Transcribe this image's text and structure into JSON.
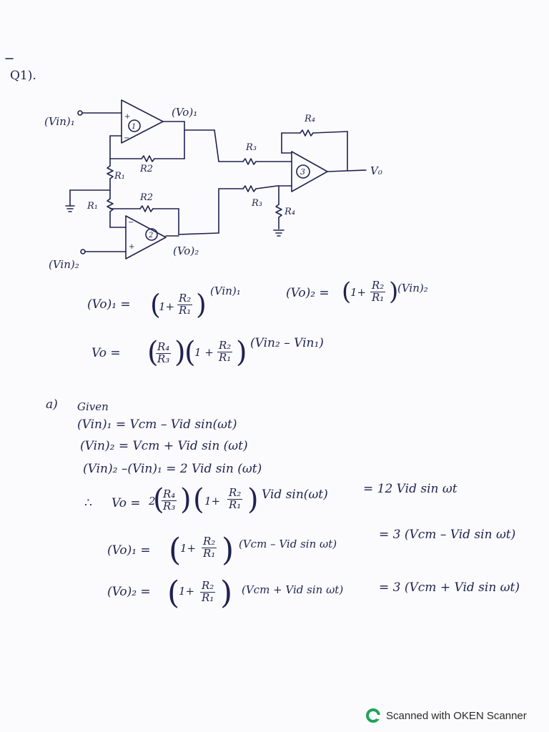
{
  "question_label": "Q1).",
  "circuit": {
    "vin1": "(Vin)₁",
    "vin2": "(Vin)₂",
    "vo1": "(Vo)₁",
    "vo2": "(Vo)₂",
    "vo": "V₀",
    "r1_top": "R₁",
    "r1_bottom": "R₁",
    "r2_top": "R2",
    "r2_bottom": "R2",
    "r3_top": "R₃",
    "r3_bottom": "R₃",
    "r4_top": "R₄",
    "r4_bottom": "R₄",
    "opamp1": "1",
    "opamp2": "2",
    "opamp3": "3"
  },
  "formulas": {
    "vo1_lhs": "(Vo)₁ =",
    "vo1_r2": "R₂",
    "vo1_r1": "R₁",
    "vo1_one_plus": "1+",
    "vo1_vin": "(Vin)₁",
    "vo2_lhs": "(Vo)₂ =",
    "vo2_one_plus": "1+",
    "vo2_r2": "R₂",
    "vo2_r1": "R₁",
    "vo2_vin": "(Vin)₂",
    "vo_lhs": "Vo =",
    "vo_r4": "R₄",
    "vo_r3": "R₃",
    "vo_one_plus": "1 +",
    "vo_r2": "R₂",
    "vo_r1": "R₁",
    "vo_diff": "(Vin₂ – Vin₁)"
  },
  "part_a": {
    "label": "a)",
    "given": "Given",
    "line1": "(Vin)₁  =  Vcm – Vid sin(ωt)",
    "line2": "(Vin)₂  =  Vcm + Vid sin (ωt)",
    "line3": "(Vin)₂ –(Vin)₁  =  2 Vid sin (ωt)",
    "therefore": "∴",
    "vo_lhs": "Vo =",
    "vo_two": "2",
    "vo_r4": "R₄",
    "vo_r3": "R₃",
    "vo_one_plus": "1+",
    "vo_r2": "R₂",
    "vo_r1": "R₁",
    "vo_tail": "Vid sin(ωt)",
    "vo_result": "=  12 Vid sin ωt",
    "vo1_lhs": "(Vo)₁  =",
    "vo1_one_plus": "1+",
    "vo1_r2": "R₂",
    "vo1_r1": "R₁",
    "vo1_tail": "(Vcm – Vid sin ωt)",
    "vo1_result": "=  3 (Vcm – Vid sin ωt)",
    "vo2_lhs": "(Vo)₂  =",
    "vo2_one_plus": "1+",
    "vo2_r2": "R₂",
    "vo2_r1": "R₁",
    "vo2_tail": "(Vcm + Vid  sin ωt)",
    "vo2_result": "=  3 (Vcm + Vid sin ωt)"
  },
  "footer": {
    "text": "Scanned with OKEN Scanner",
    "logo_icon": "oken-scanner-logo-icon",
    "logo_color": "#21a35c"
  }
}
